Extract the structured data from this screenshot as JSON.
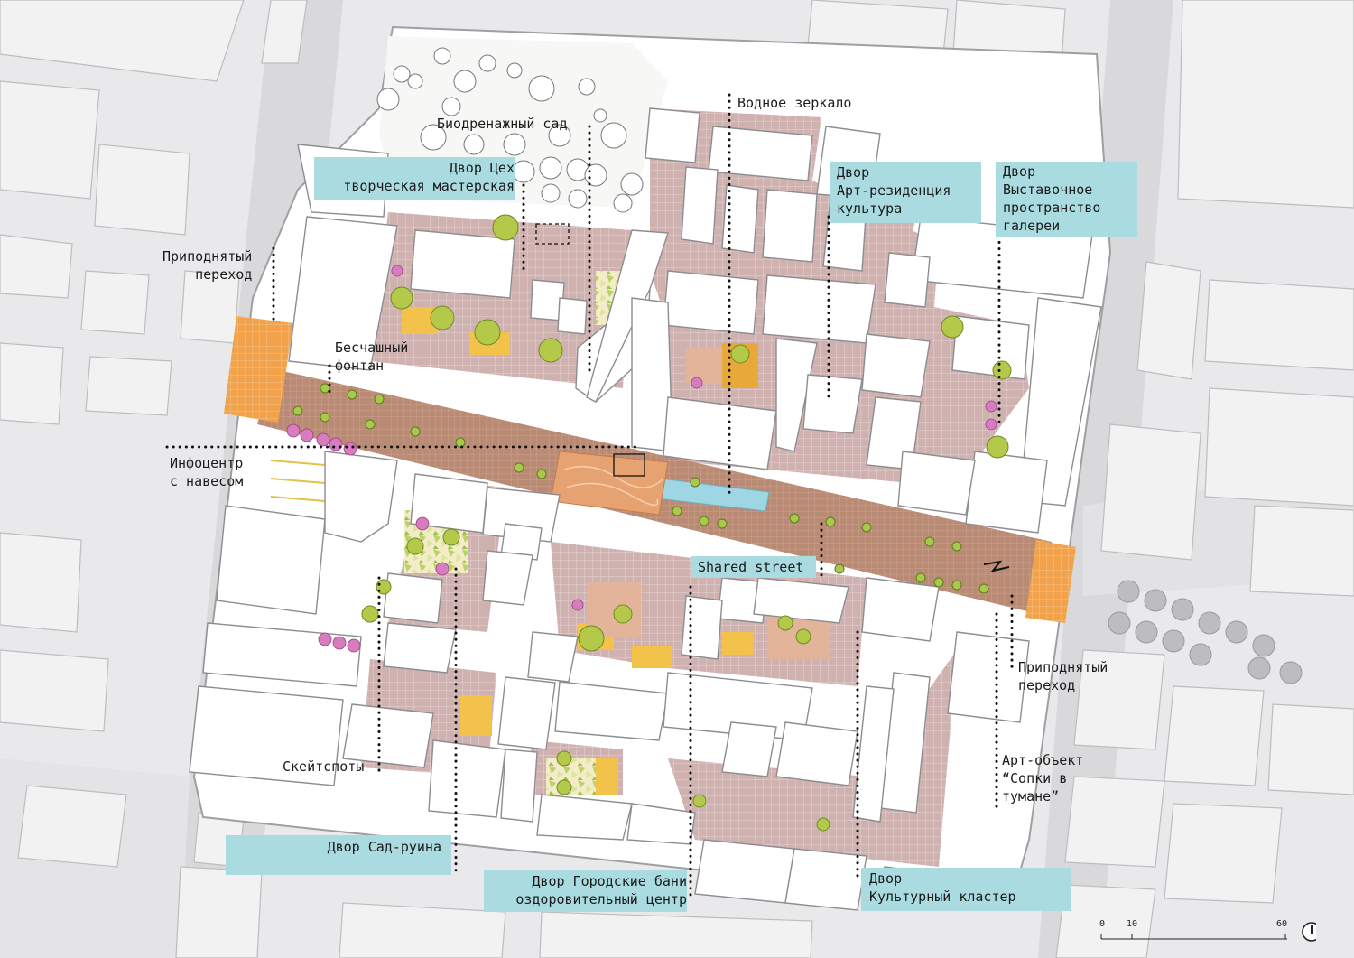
{
  "labels": {
    "vodnoe": "Водное зеркало",
    "biodren": "Биодренажный сад",
    "tseh": "Двор Цех\nтворческая мастерская",
    "artrez": "Двор\nАрт-резиденция\nкультура",
    "vyst": "Двор\nВыставочное\nпространство\nгалереи",
    "pripod1": "Приподнятый\nпереход",
    "beschash": "Бесчашный\nфонтан",
    "infocenter": "Инфоцентр\nс навесом",
    "shared": "Shared street",
    "pripod2": "Приподнятый\nпереход",
    "artobj": "Арт-объект\n“Сопки в\nтумане”",
    "skate": "Скейтспоты",
    "sadruina": "Двор Сад-руина",
    "bani": "Двор Городские бани\nоздоровительный центр",
    "kult": "Двор\nКультурный кластер"
  },
  "scale": {
    "t0": "0",
    "t10": "10",
    "t60": "60"
  },
  "colors": {
    "background": "#e9e9eb",
    "street": "#d4d4d6",
    "building": "#ffffff",
    "paving": "#c9a9a6",
    "orange": "#f0a24a",
    "highlight": "#a9dbe0",
    "tree": "#a8c24a",
    "pink": "#d971b8"
  }
}
